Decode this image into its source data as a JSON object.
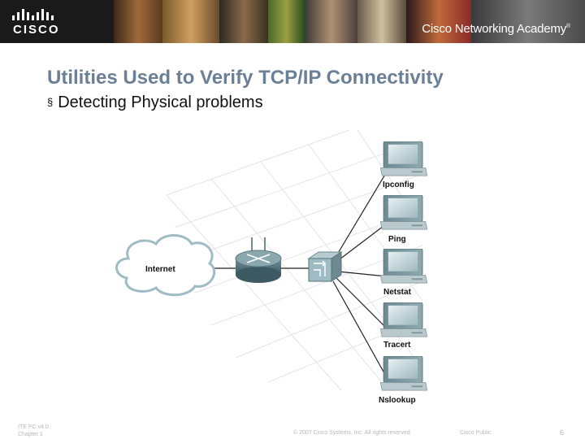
{
  "header": {
    "brand_text": "CISCO",
    "academy_text": "Cisco Networking Academy",
    "trademark": "®"
  },
  "slide": {
    "title": "Utilities Used to Verify TCP/IP Connectivity",
    "bullet_mark": "§",
    "bullet": "Detecting Physical problems"
  },
  "diagram": {
    "cloud_label": "Internet",
    "hosts": [
      {
        "label": "Ipconfig"
      },
      {
        "label": "Ping"
      },
      {
        "label": "Netstat"
      },
      {
        "label": "Tracert"
      },
      {
        "label": "Nslookup"
      }
    ]
  },
  "footer": {
    "course_line1": "ITE PC v4.0",
    "course_line2": "Chapter 1",
    "copyright": "© 2007 Cisco Systems, Inc. All rights reserved.",
    "classification": "Cisco Public",
    "page_number": "6"
  }
}
